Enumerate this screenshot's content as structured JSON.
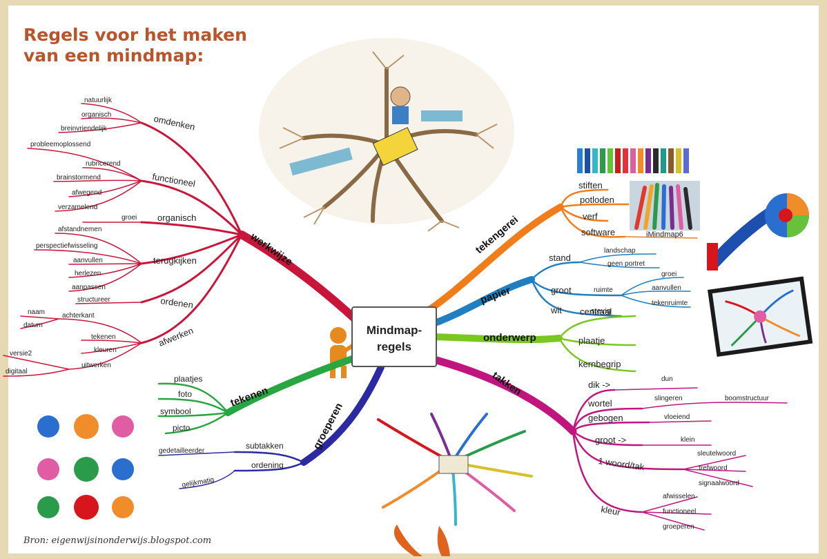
{
  "title": {
    "line1": "Regels voor het maken",
    "line2": "van een mindmap:"
  },
  "center": {
    "line1": "Mindmap-",
    "line2": "regels"
  },
  "colors": {
    "werkwijze": "#c8163a",
    "tekengerei": "#f07d1a",
    "papier": "#1f7fc0",
    "onderwerp": "#7ac722",
    "takken": "#c0157e",
    "groeperen": "#2b2aa0",
    "tekenen": "#27a641",
    "frame": "#e8d9b5",
    "title": "#b8552a"
  },
  "branches": {
    "werkwijze": {
      "label": "werkwijze",
      "groups": [
        {
          "label": "omdenken",
          "items": [
            "natuurlijk",
            "organisch",
            "breinvriendelijk"
          ]
        },
        {
          "label": "functioneel",
          "items": [
            "probleemoplossend",
            "rubricerend",
            "brainstormend",
            "afwegend",
            "verzamelend"
          ]
        },
        {
          "label": "organisch",
          "items": [
            "groei"
          ]
        },
        {
          "label": "terugkijken",
          "items": [
            "afstandnemen",
            "perspectiefwisseling",
            "aanvullen",
            "herlezen",
            "aanpassen"
          ]
        },
        {
          "label": "ordenen",
          "items": [
            "structureer"
          ]
        },
        {
          "label": "afwerken",
          "items": [
            "achterkant",
            "naam",
            "datum",
            "tekenen",
            "kleuren",
            "uitwerken",
            "versie2",
            "digitaal"
          ]
        }
      ]
    },
    "tekengerei": {
      "label": "tekengerei",
      "items": [
        "stiften",
        "potloden",
        "verf",
        "software",
        "iMindmap6"
      ]
    },
    "papier": {
      "label": "papier",
      "items": [
        "stand",
        "landschap",
        "geen portret",
        "groot",
        "ruimte",
        "groei",
        "aanvullen",
        "tekenruimte",
        "wit",
        "stevig"
      ]
    },
    "onderwerp": {
      "label": "onderwerp",
      "items": [
        "centraal",
        "plaatje",
        "kernbegrip"
      ]
    },
    "takken": {
      "label": "takken",
      "items": [
        "dik ->",
        "dun",
        "wortel",
        "slingeren",
        "boomstructuur",
        "gebogen",
        "vloeiend",
        "groot ->",
        "klein",
        "1 woord/tak",
        "sleutelwoord",
        "trefwoord",
        "signaalwoord",
        "kleur",
        "afwisselen",
        "functioneel",
        "groeperen"
      ]
    },
    "groeperen": {
      "label": "groeperen",
      "items": [
        "subtakken",
        "gedetailleerder",
        "ordening",
        "gelijkmatig"
      ]
    },
    "tekenen": {
      "label": "tekenen",
      "items": [
        "plaatjes",
        "foto",
        "symbool",
        "picto"
      ]
    }
  },
  "source": "Bron: eigenwijsinonderwijs.blogspot.com"
}
